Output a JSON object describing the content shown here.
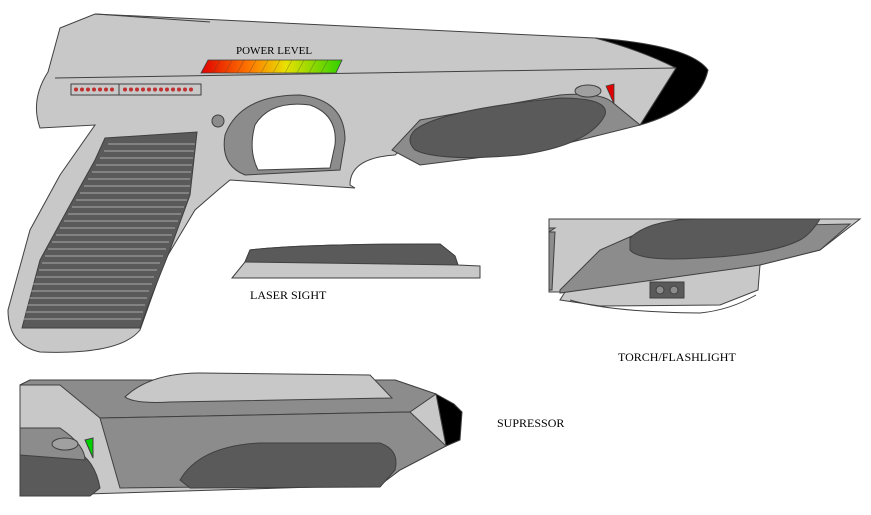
{
  "labels": {
    "power_level": "POWER LEVEL",
    "laser_sight": "LASER SIGHT",
    "torch": "TORCH/FLASHLIGHT",
    "supressor": "SUPRESSOR"
  },
  "colors": {
    "body_light": "#c8c8c8",
    "body_mid": "#8c8c8c",
    "body_dark": "#5a5a5a",
    "outline": "#404040",
    "muzzle": "#000000",
    "indicator_red": "#e00000",
    "indicator_green": "#00d000",
    "led": "#c03030"
  }
}
